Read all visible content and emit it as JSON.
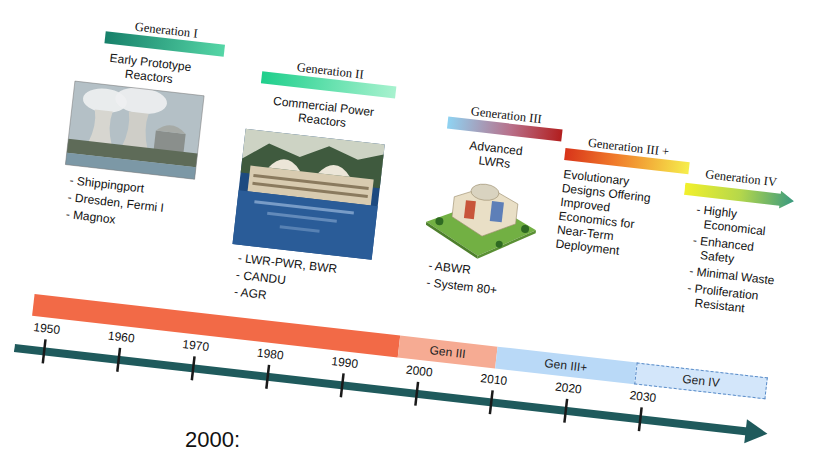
{
  "diagram": {
    "nodes": [
      {
        "text": [
          "Generation I"
        ]
      },
      {
        "text": [
          "Generation II"
        ]
      },
      {
        "text": [
          "Generation III"
        ]
      },
      {
        "text": [
          "Generation III +"
        ]
      },
      {
        "text": [
          "Generation IV"
        ]
      },
      {
        "text": [
          "Gen III"
        ]
      },
      {
        "text": [
          "Gen III+"
        ]
      },
      {
        "text": [
          "Gen IV"
        ]
      }
    ],
    "labels": [
      "Early Prototype Reactors",
      "- Shippingport",
      "- Dresden, Fermi I",
      "- Magnox",
      "Commercial Power Reactors",
      "- LWR-PWR, BWR",
      "- CANDU",
      "- AGR",
      "Advanced LWRs",
      "- ABWR",
      "- System 80+",
      "Evolutionary Designs Offering Improved Economics for Near-Term Deployment",
      "- Highly Economical",
      "- Enhanced Safety",
      "- Minimal Waste",
      "- Proliferation Resistant",
      "1950",
      "1960",
      "1970",
      "1980",
      "1990",
      "2000",
      "2010",
      "2020",
      "2030",
      "2000:"
    ]
  }
}
